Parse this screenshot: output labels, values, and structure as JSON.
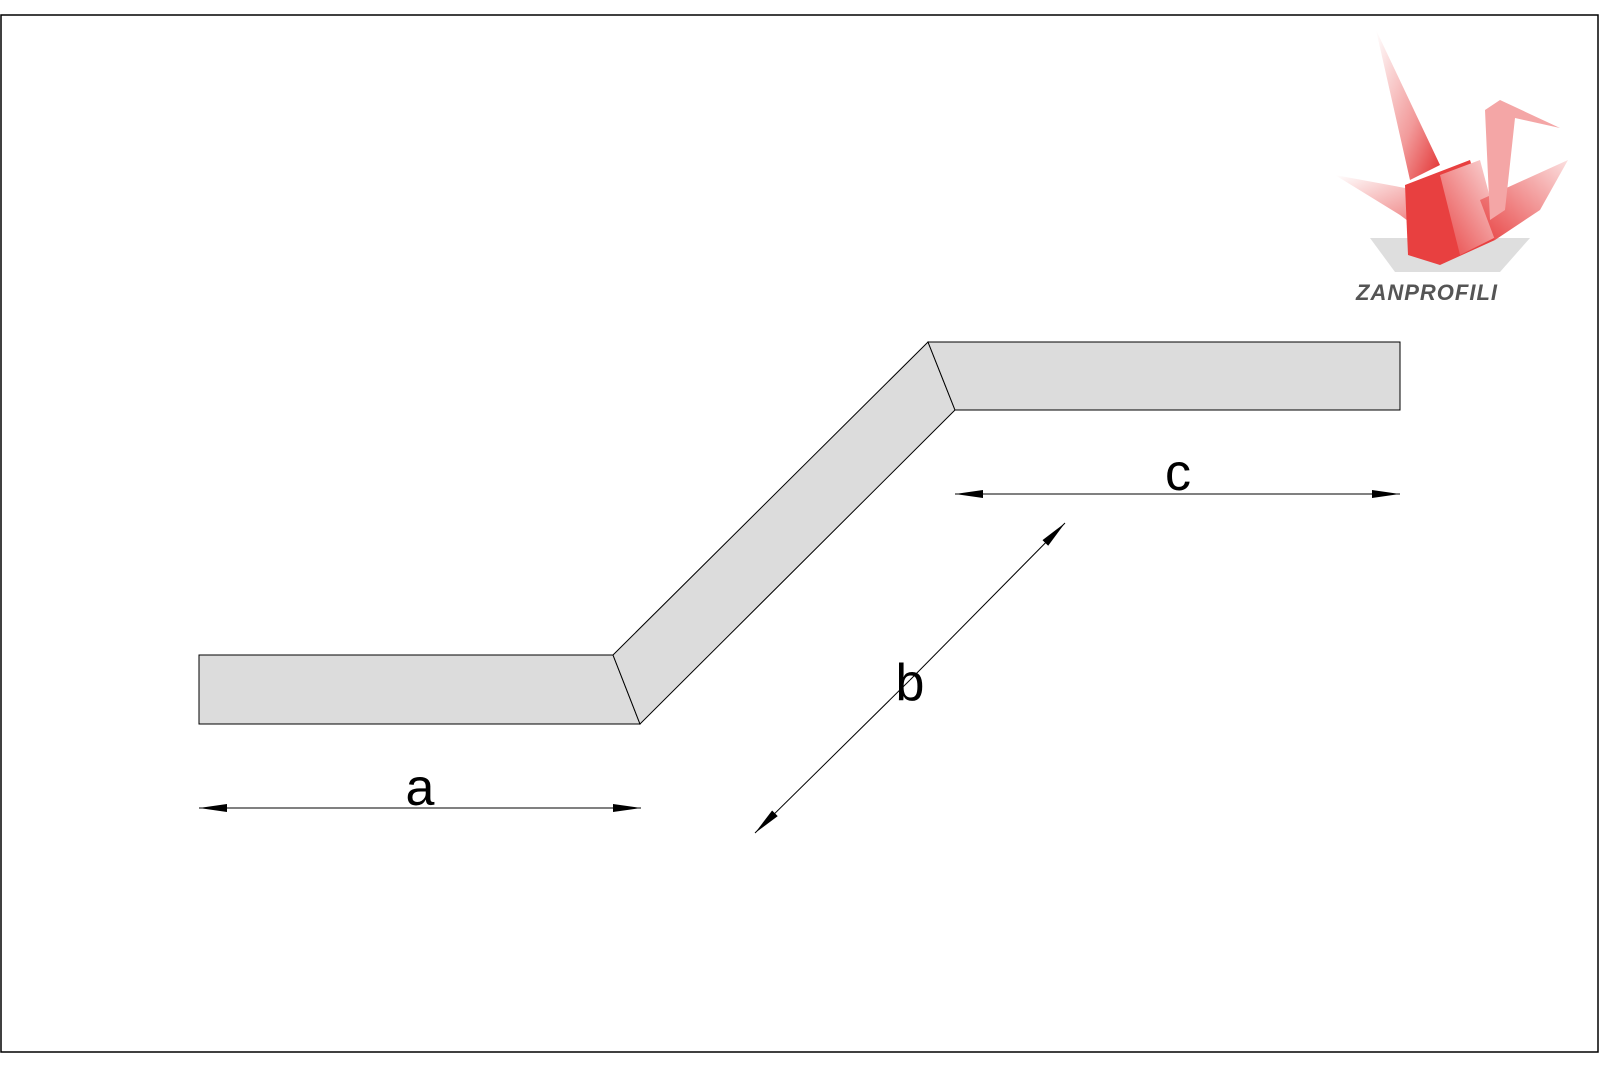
{
  "diagram": {
    "labels": {
      "a": "a",
      "b": "b",
      "c": "c"
    }
  },
  "logo": {
    "text": "ZANPROFILI",
    "icon": "origami-crane-icon"
  },
  "colors": {
    "profile_fill": "#dcdcdc",
    "stroke": "#000000",
    "frame": "#000000",
    "logo_red": "#e8383a",
    "logo_pink": "#f4a6a6",
    "logo_gray": "#555555"
  }
}
